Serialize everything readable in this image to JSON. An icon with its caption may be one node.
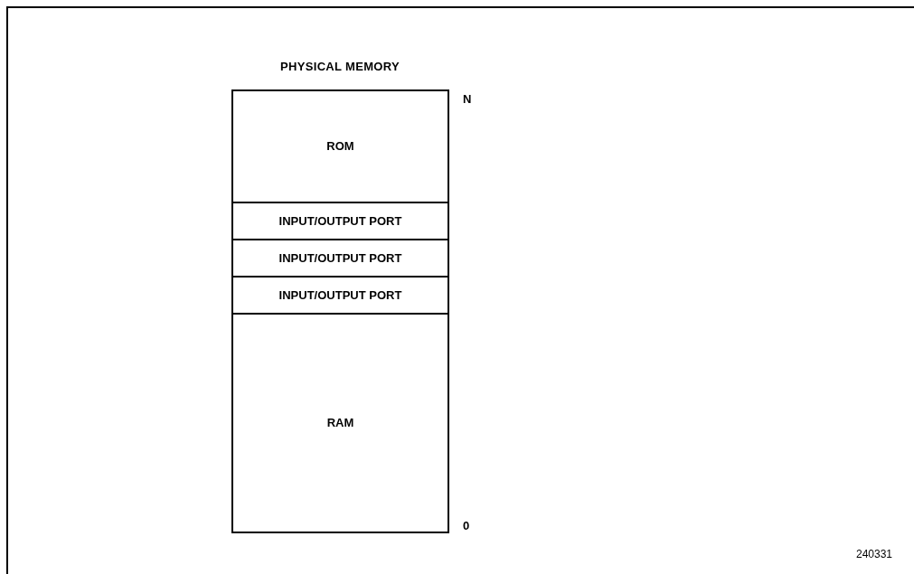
{
  "diagram": {
    "nodes": [
      {
        "text": [
          "PHYSICAL MEMORY"
        ]
      },
      {
        "text": [
          "ROM"
        ],
        "in": 0
      },
      {
        "text": [
          "INPUT/OUTPUT PORT"
        ],
        "in": 0
      },
      {
        "text": [
          "INPUT/OUTPUT PORT"
        ],
        "in": 0
      },
      {
        "text": [
          "INPUT/OUTPUT PORT"
        ],
        "in": 0
      },
      {
        "text": [
          "RAM"
        ],
        "in": 0
      }
    ],
    "labels": [
      "N",
      "0",
      "240331"
    ]
  }
}
